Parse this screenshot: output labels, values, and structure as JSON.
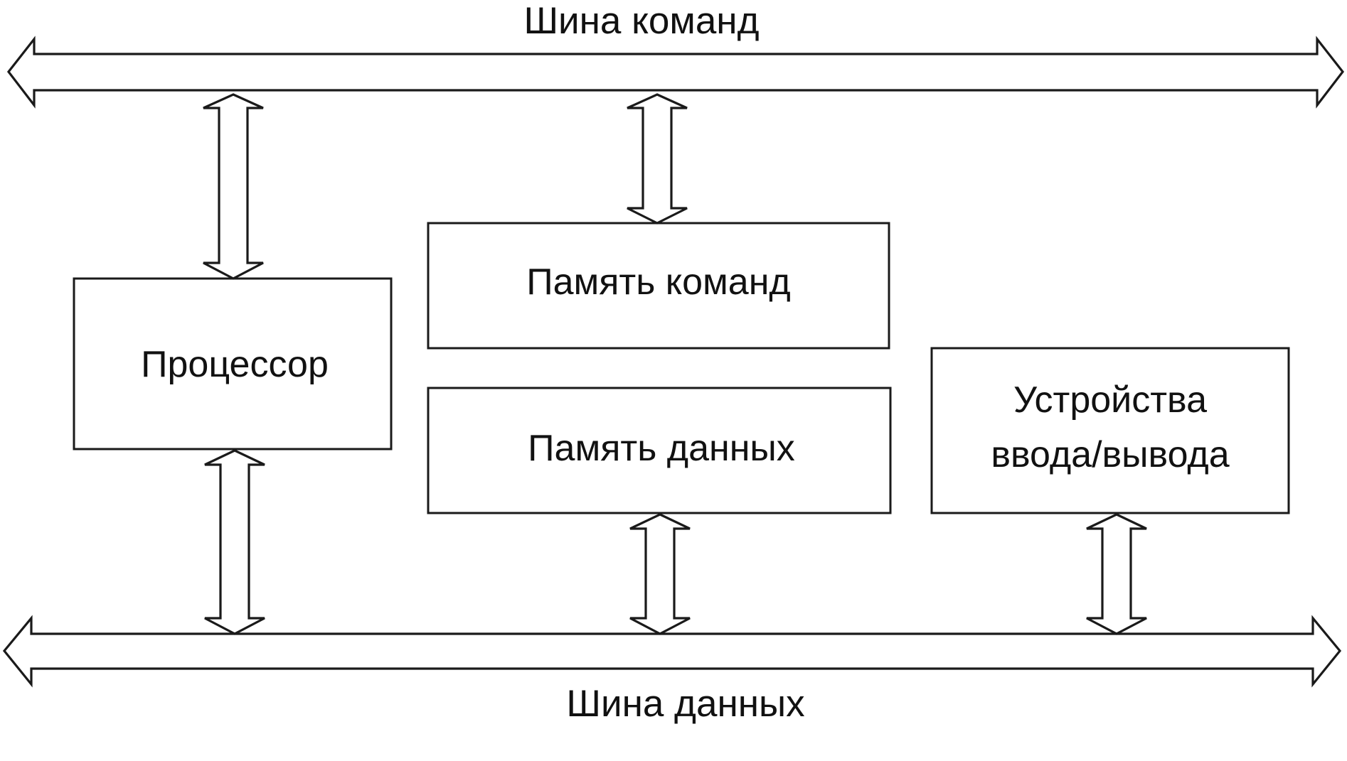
{
  "buses": {
    "command": {
      "label": "Шина команд"
    },
    "data": {
      "label": "Шина данных"
    }
  },
  "blocks": {
    "processor": {
      "label": "Процессор"
    },
    "instruction_memory": {
      "label": "Память команд"
    },
    "data_memory": {
      "label": "Память данных"
    },
    "io_devices": {
      "line1": "Устройства",
      "line2": "ввода/вывода"
    }
  },
  "colors": {
    "stroke": "#1a1a1a",
    "fill": "#ffffff",
    "text": "#111111"
  }
}
